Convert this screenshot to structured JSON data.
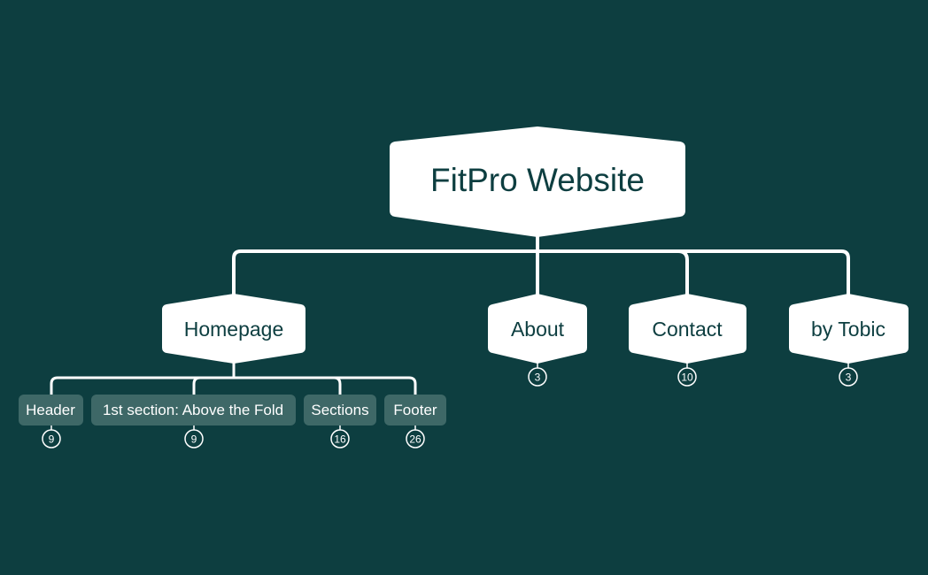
{
  "colors": {
    "background": "#0d3e40",
    "node_fill": "#ffffff",
    "node_text": "#0d3e40",
    "connector": "#ffffff",
    "leaf_fill": "#3e6867",
    "leaf_text": "#ffffff",
    "badge_stroke": "#ffffff",
    "badge_text": "#ffffff"
  },
  "root": {
    "label": "FitPro Website"
  },
  "pages": [
    {
      "id": "homepage",
      "label": "Homepage",
      "badge": null,
      "sections": [
        {
          "id": "header",
          "label": "Header",
          "badge": "9"
        },
        {
          "id": "above-fold",
          "label": "1st section: Above the Fold",
          "badge": "9"
        },
        {
          "id": "sections",
          "label": "Sections",
          "badge": "16"
        },
        {
          "id": "footer",
          "label": "Footer",
          "badge": "26"
        }
      ]
    },
    {
      "id": "about",
      "label": "About",
      "badge": "3",
      "sections": []
    },
    {
      "id": "contact",
      "label": "Contact",
      "badge": "10",
      "sections": []
    },
    {
      "id": "by-tobic",
      "label": "by Tobic",
      "badge": "3",
      "sections": []
    }
  ]
}
